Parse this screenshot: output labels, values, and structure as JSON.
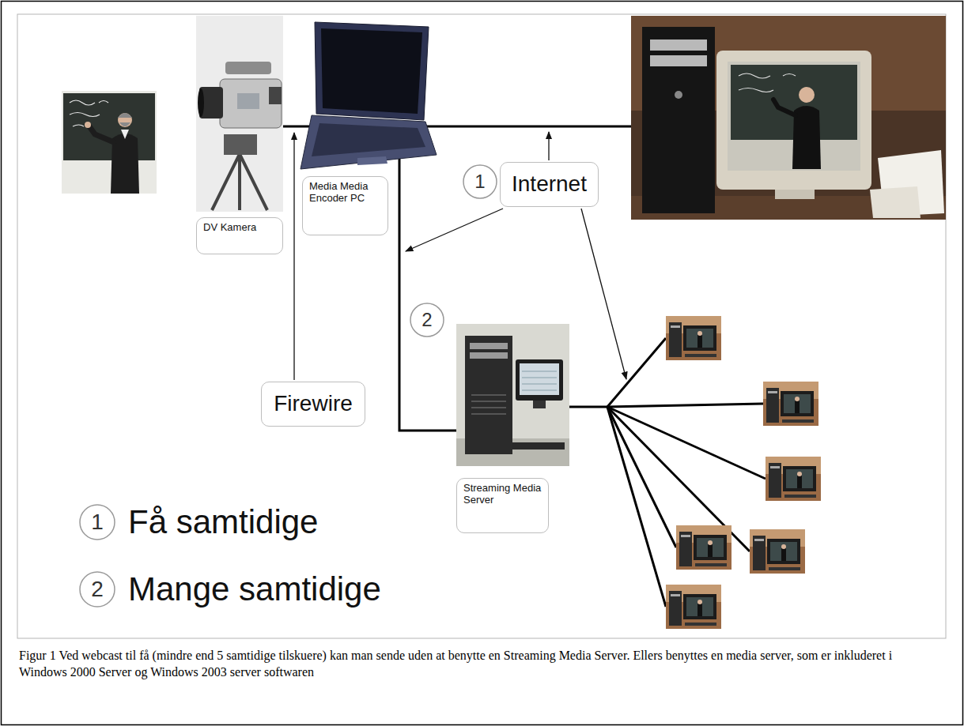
{
  "diagram": {
    "caption": "Figur 1 Ved webcast til få (mindre end 5 samtidige tilskuere) kan man sende uden at benytte en Streaming Media Server. Ellers benyttes en media server, som er inkluderet i Windows 2000 Server og Windows 2003 server softwaren",
    "nodes": [
      {
        "text": [
          "DV Kamera"
        ]
      },
      {
        "text": [
          "Media Media Encoder PC"
        ]
      },
      {
        "text": [
          "1"
        ]
      },
      {
        "text": [
          "Internet"
        ]
      },
      {
        "text": [
          "2"
        ]
      },
      {
        "text": [
          "Firewire"
        ]
      },
      {
        "text": [
          "Streaming Media Server"
        ]
      },
      {
        "text": [
          "1"
        ]
      },
      {
        "text": [
          "2"
        ]
      }
    ],
    "labels": [
      "Få samtidige",
      "Mange samtidige"
    ]
  }
}
